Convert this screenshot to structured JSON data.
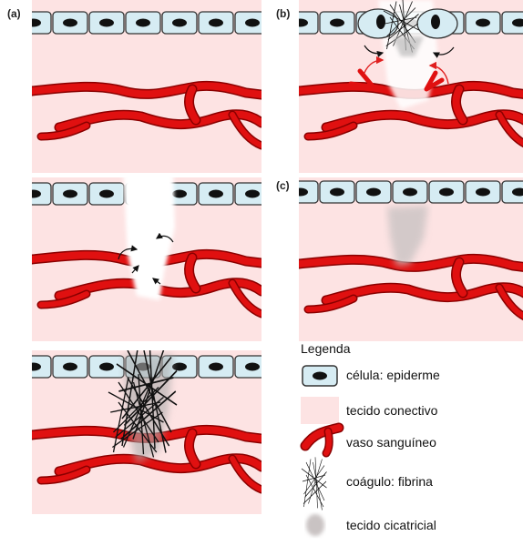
{
  "panels": {
    "a": "(a)",
    "b": "(b)",
    "c": "(c)"
  },
  "legend": {
    "title": "Legenda",
    "items": [
      {
        "label": "célula: epiderme",
        "icon": "epidermis-cell-icon"
      },
      {
        "label": "tecido conectivo",
        "icon": "connective-tissue-swatch"
      },
      {
        "label": "vaso sanguíneo",
        "icon": "blood-vessel-icon"
      },
      {
        "label": "coágulo: fibrina",
        "icon": "fibrin-clot-icon"
      },
      {
        "label": "tecido cicatricial",
        "icon": "scar-tissue-icon"
      }
    ]
  },
  "colors": {
    "connective": "#fde3e3",
    "cell_fill": "#d6ecf3",
    "cell_stroke": "#333333",
    "nucleus": "#111111",
    "vessel": "#e01010",
    "vessel_stroke": "#8a0000",
    "scar": "#cccccc",
    "arrow_red": "#e02020"
  }
}
